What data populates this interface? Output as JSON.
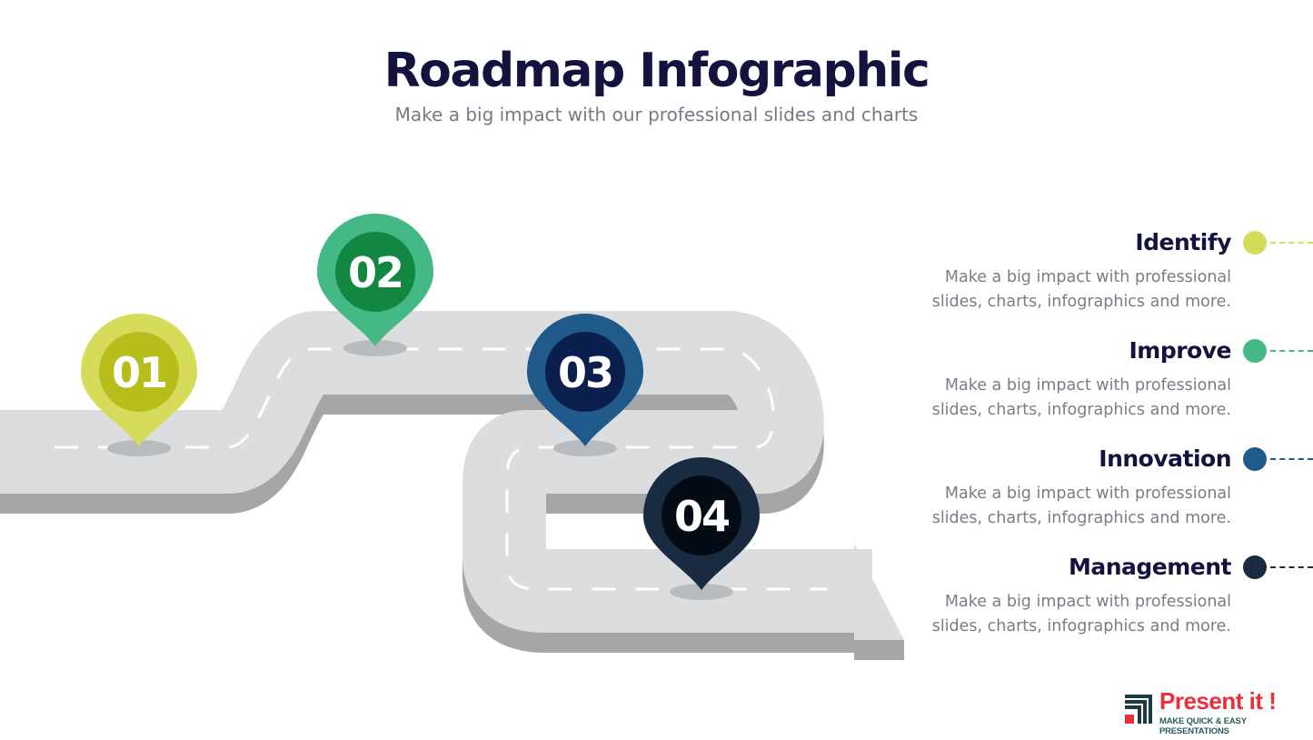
{
  "header": {
    "title": "Roadmap Infographic",
    "subtitle": "Make a big impact with our professional slides and charts"
  },
  "pins": [
    {
      "label": "01",
      "outer": "#d6dc5a",
      "inner": "#b7bd1b"
    },
    {
      "label": "02",
      "outer": "#45b985",
      "inner": "#118742"
    },
    {
      "label": "03",
      "outer": "#1f5a8a",
      "inner": "#0a1f4d"
    },
    {
      "label": "04",
      "outer": "#182b40",
      "inner": "#050b14"
    }
  ],
  "items": [
    {
      "title": "Identify",
      "desc_line1": "Make a big impact with professional",
      "desc_line2": "slides, charts, infographics and more.",
      "color": "#d6dc5a"
    },
    {
      "title": "Improve",
      "desc_line1": "Make a big impact with professional",
      "desc_line2": "slides, charts, infographics and more.",
      "color": "#45b985"
    },
    {
      "title": "Innovation",
      "desc_line1": "Make a big impact with professional",
      "desc_line2": "slides, charts, infographics and more.",
      "color": "#1f5a8a"
    },
    {
      "title": "Management",
      "desc_line1": "Make a big impact with professional",
      "desc_line2": "slides, charts, infographics and more.",
      "color": "#182b40"
    }
  ],
  "logo": {
    "name": "Present it !",
    "tagline": "MAKE QUICK & EASY PRESENTATIONS"
  }
}
